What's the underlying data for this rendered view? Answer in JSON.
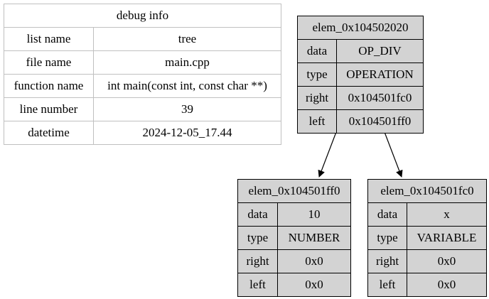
{
  "debug": {
    "title": "debug info",
    "rows": [
      {
        "key": "list name",
        "value": "tree"
      },
      {
        "key": "file name",
        "value": "main.cpp"
      },
      {
        "key": "function name",
        "value": "int main(const int, const char **)"
      },
      {
        "key": "line number",
        "value": "39"
      },
      {
        "key": "datetime",
        "value": "2024-12-05_17.44"
      }
    ]
  },
  "nodes": [
    {
      "title": "elem_0x104502020",
      "data": "OP_DIV",
      "type": "OPERATION",
      "right": "0x104501fc0",
      "left": "0x104501ff0"
    },
    {
      "title": "elem_0x104501ff0",
      "data": "10",
      "type": "NUMBER",
      "right": "0x0",
      "left": "0x0"
    },
    {
      "title": "elem_0x104501fc0",
      "data": "x",
      "type": "VARIABLE",
      "right": "0x0",
      "left": "0x0"
    }
  ],
  "field_labels": {
    "data": "data",
    "type": "type",
    "right": "right",
    "left": "left"
  },
  "colors": {
    "node_fill": "#d3d3d3",
    "table_border": "#c0c0c0",
    "node_border": "#000000"
  }
}
